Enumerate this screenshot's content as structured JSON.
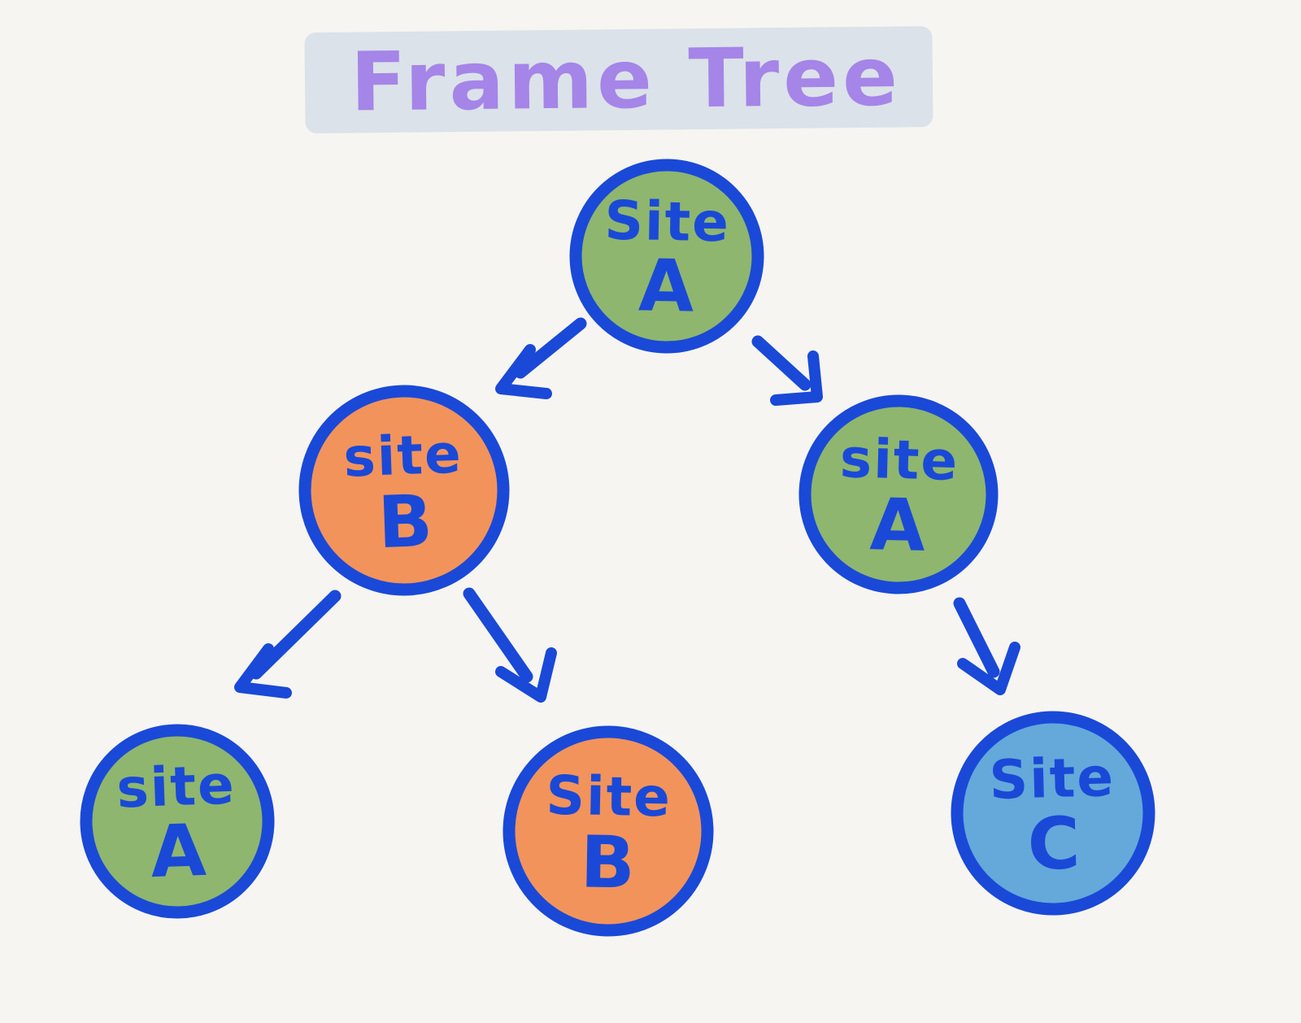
{
  "title": "Frame Tree",
  "colors": {
    "green": "#8eb66e",
    "orange": "#f2935b",
    "blue": "#64a9da",
    "stroke": "#1a49d8",
    "title": "#a585e8",
    "highlight": "#dbe2e9",
    "background": "#f6f5f2"
  },
  "nodes": [
    {
      "id": "root-site-a",
      "word": "Site",
      "letter": "A",
      "color": "green"
    },
    {
      "id": "mid-site-b",
      "word": "site",
      "letter": "B",
      "color": "orange"
    },
    {
      "id": "mid-site-a",
      "word": "site",
      "letter": "A",
      "color": "green"
    },
    {
      "id": "bottom-site-a",
      "word": "site",
      "letter": "A",
      "color": "green"
    },
    {
      "id": "bottom-site-b",
      "word": "Site",
      "letter": "B",
      "color": "orange"
    },
    {
      "id": "bottom-site-c",
      "word": "Site",
      "letter": "C",
      "color": "blue"
    }
  ],
  "edges": [
    {
      "from": "root-site-a",
      "to": "mid-site-b"
    },
    {
      "from": "root-site-a",
      "to": "mid-site-a"
    },
    {
      "from": "mid-site-b",
      "to": "bottom-site-a"
    },
    {
      "from": "mid-site-b",
      "to": "bottom-site-b"
    },
    {
      "from": "mid-site-a",
      "to": "bottom-site-c"
    }
  ]
}
